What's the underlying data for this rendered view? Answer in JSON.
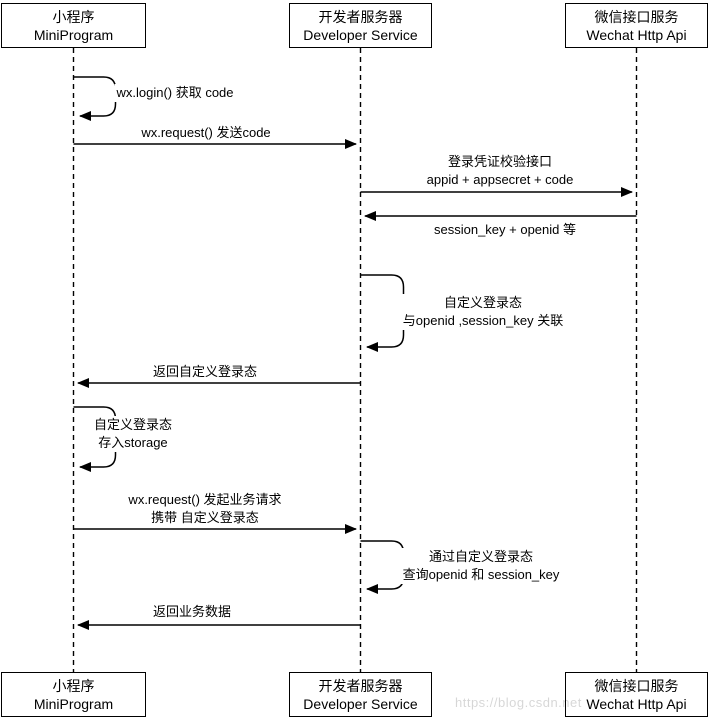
{
  "diagram": {
    "type": "sequence-diagram",
    "title": "WeChat MiniProgram login flow",
    "colors": {
      "background": "#ffffff",
      "line": "#000000",
      "text": "#000000",
      "watermark": "#d6d6d6"
    },
    "actors": [
      {
        "id": "miniprogram",
        "name_zh": "小程序",
        "name_en": "MiniProgram"
      },
      {
        "id": "developer-service",
        "name_zh": "开发者服务器",
        "name_en": "Developer Service"
      },
      {
        "id": "wechat-api",
        "name_zh": "微信接口服务",
        "name_en": "Wechat Http Api"
      }
    ],
    "messages": [
      {
        "from": "miniprogram",
        "to": "miniprogram",
        "kind": "self",
        "lines": [
          "wx.login() 获取 code"
        ]
      },
      {
        "from": "miniprogram",
        "to": "developer-service",
        "kind": "arrow",
        "lines": [
          "wx.request() 发送code"
        ]
      },
      {
        "from": "developer-service",
        "to": "wechat-api",
        "kind": "arrow",
        "lines": [
          "登录凭证校验接口",
          "appid + appsecret + code"
        ]
      },
      {
        "from": "wechat-api",
        "to": "developer-service",
        "kind": "arrow",
        "lines": [
          "session_key + openid 等"
        ]
      },
      {
        "from": "developer-service",
        "to": "developer-service",
        "kind": "self",
        "lines": [
          "自定义登录态",
          "与openid ,session_key 关联"
        ]
      },
      {
        "from": "developer-service",
        "to": "miniprogram",
        "kind": "arrow",
        "lines": [
          "返回自定义登录态"
        ]
      },
      {
        "from": "miniprogram",
        "to": "miniprogram",
        "kind": "self",
        "lines": [
          "自定义登录态",
          "存入storage"
        ]
      },
      {
        "from": "miniprogram",
        "to": "developer-service",
        "kind": "arrow",
        "lines": [
          "wx.request() 发起业务请求",
          "携带 自定义登录态"
        ]
      },
      {
        "from": "developer-service",
        "to": "developer-service",
        "kind": "self",
        "lines": [
          "通过自定义登录态",
          "查询openid 和 session_key"
        ]
      },
      {
        "from": "developer-service",
        "to": "miniprogram",
        "kind": "arrow",
        "lines": [
          "返回业务数据"
        ]
      }
    ],
    "watermark": "https://blog.csdn.net"
  }
}
